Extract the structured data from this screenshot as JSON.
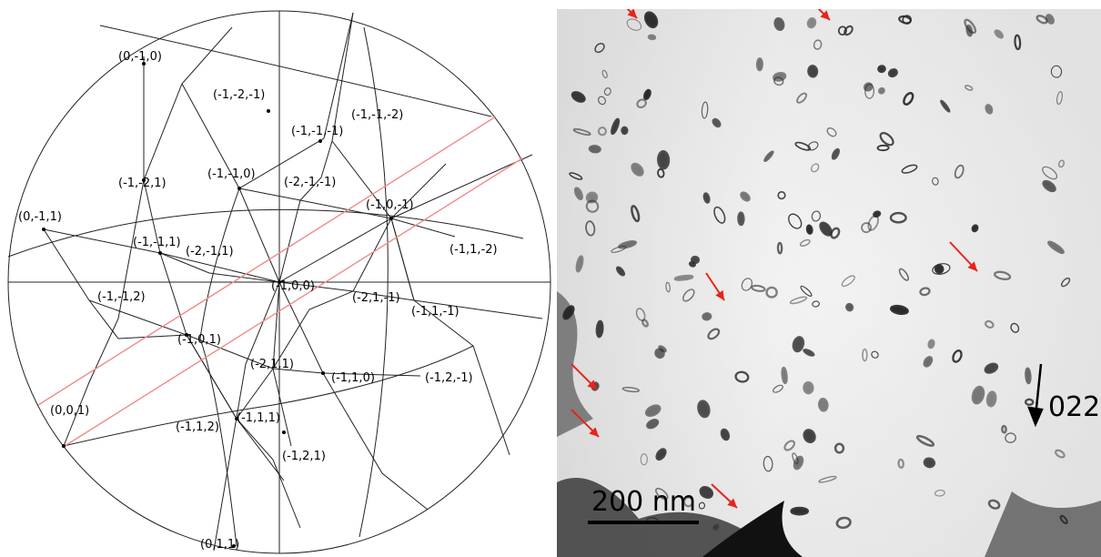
{
  "stereogram": {
    "poles": [
      {
        "label": "(0,-1,0)",
        "name": "pole-0-m1-0"
      },
      {
        "label": "(-1,-2,-1)",
        "name": "pole-m1-m2-m1"
      },
      {
        "label": "(-1,-1,-2)",
        "name": "pole-m1-m1-m2"
      },
      {
        "label": "(-1,-1,-1)",
        "name": "pole-m1-m1-m1"
      },
      {
        "label": "(-1,-2,1)",
        "name": "pole-m1-m2-1"
      },
      {
        "label": "(-1,-1,0)",
        "name": "pole-m1-m1-0"
      },
      {
        "label": "(-2,-1,-1)",
        "name": "pole-m2-m1-m1"
      },
      {
        "label": "(-1,0,-1)",
        "name": "pole-m1-0-m1"
      },
      {
        "label": "(0,-1,1)",
        "name": "pole-0-m1-1"
      },
      {
        "label": "(-1,-1,1)",
        "name": "pole-m1-m1-1"
      },
      {
        "label": "(-2,-1,1)",
        "name": "pole-m2-m1-1"
      },
      {
        "label": "(-1,1,-2)",
        "name": "pole-m1-1-m2"
      },
      {
        "label": "(-1,0,0)",
        "name": "pole-m1-0-0"
      },
      {
        "label": "(-1,-1,2)",
        "name": "pole-m1-m1-2"
      },
      {
        "label": "(-2,1,-1)",
        "name": "pole-m2-1-m1"
      },
      {
        "label": "(-1,1,-1)",
        "name": "pole-m1-1-m1"
      },
      {
        "label": "(-1,0,1)",
        "name": "pole-m1-0-1"
      },
      {
        "label": "(-2,1,1)",
        "name": "pole-m2-1-1"
      },
      {
        "label": "(-1,1,0)",
        "name": "pole-m1-1-0"
      },
      {
        "label": "(-1,2,-1)",
        "name": "pole-m1-2-m1"
      },
      {
        "label": "(0,0,1)",
        "name": "pole-0-0-1"
      },
      {
        "label": "(-1,1,2)",
        "name": "pole-m1-1-2"
      },
      {
        "label": "(-1,1,1)",
        "name": "pole-m1-1-1"
      },
      {
        "label": "(-1,2,1)",
        "name": "pole-m1-2-1"
      },
      {
        "label": "(0,1,1)",
        "name": "pole-0-1-1"
      }
    ],
    "trace_color": "#f08a8a"
  },
  "micrograph": {
    "scale_bar_label": "200 nm",
    "direction_label": "022",
    "arrow_color": "#e8231c"
  }
}
